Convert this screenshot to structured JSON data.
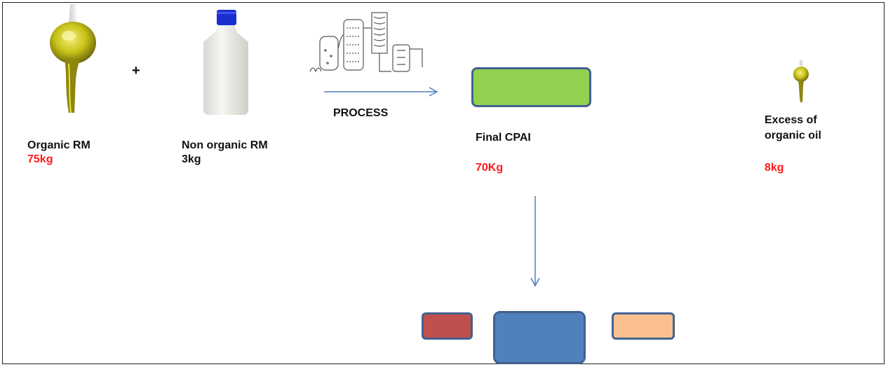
{
  "colors": {
    "final_box": "#92d050",
    "box_border": "#41628f",
    "bottom_left_box": "#c0504d",
    "bottom_center_box": "#4f81bd",
    "bottom_right_box": "#fac090",
    "arrow": "#4f81bd",
    "quantity_text": "#ff1a1a"
  },
  "operator_plus": "+",
  "organic_rm": {
    "label": "Organic RM",
    "quantity": "75kg",
    "icon": "oil-drop-icon"
  },
  "non_organic_rm": {
    "label": "Non organic RM",
    "quantity": "3kg",
    "icon": "white-bottle-icon"
  },
  "process": {
    "label": "PROCESS",
    "icon": "distillation-apparatus-icon"
  },
  "final_cpai": {
    "label": "Final CPAI",
    "quantity": "70Kg"
  },
  "excess": {
    "label_line1": "Excess of",
    "label_line2": "organic oil",
    "quantity": "8kg",
    "icon": "oil-drop-icon"
  }
}
